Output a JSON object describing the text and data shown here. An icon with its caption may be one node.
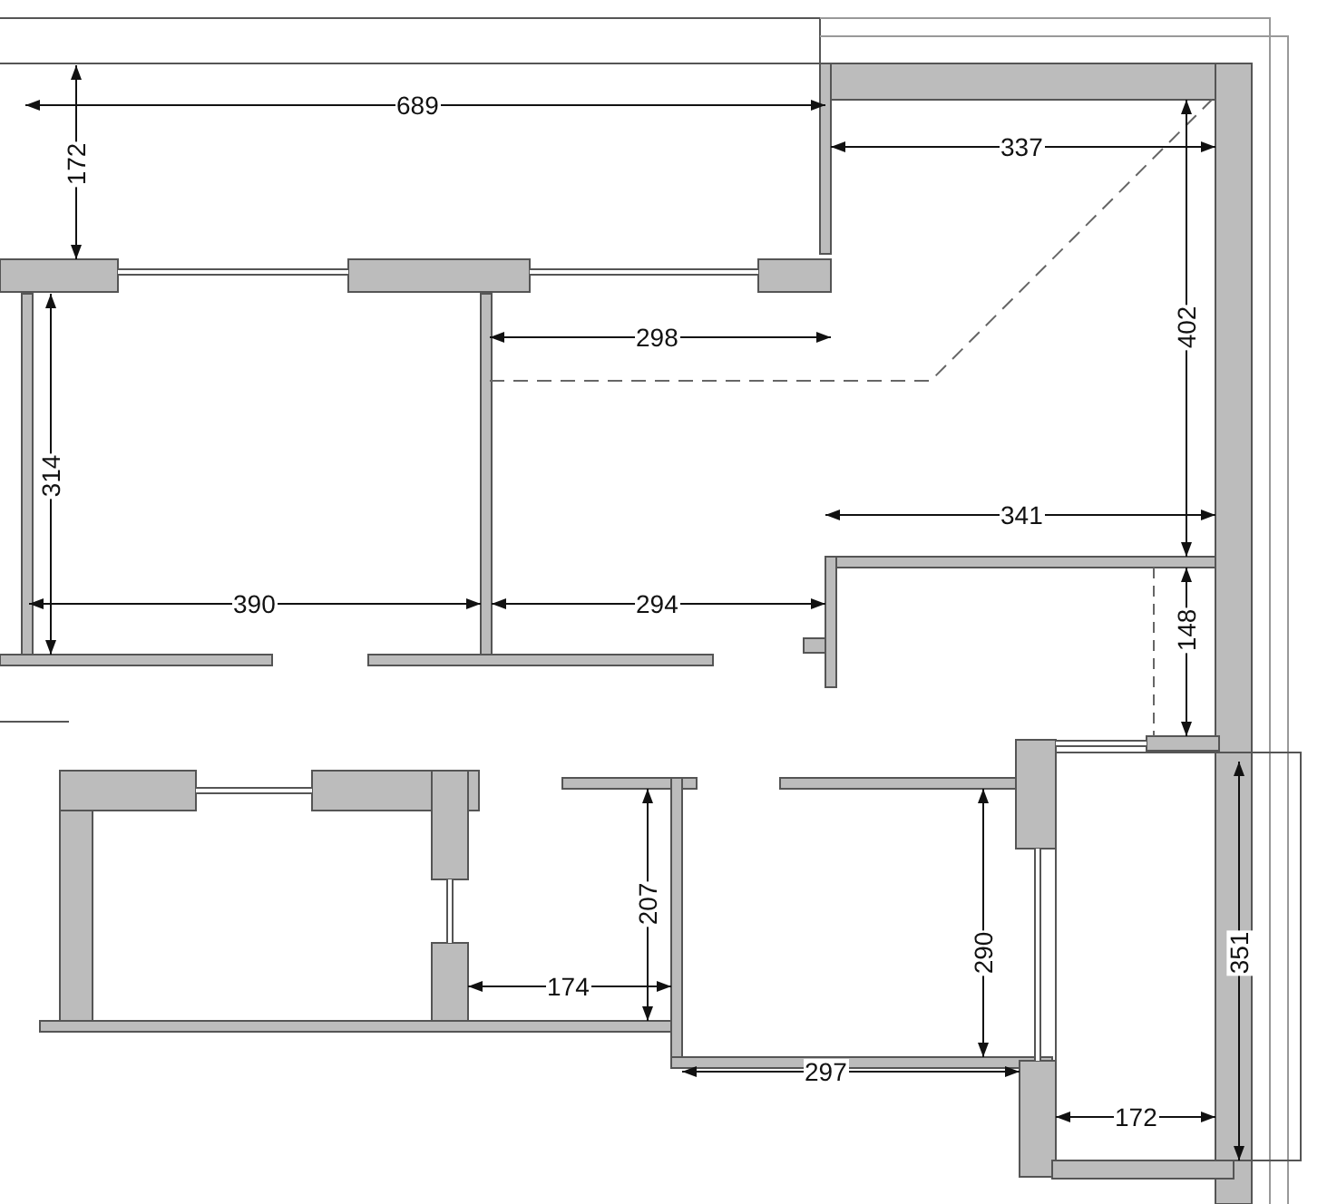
{
  "diagram": {
    "labels": [
      "689",
      "172",
      "337",
      "298",
      "402",
      "314",
      "341",
      "390",
      "294",
      "148",
      "207",
      "290",
      "351",
      "174",
      "297",
      "172"
    ]
  }
}
